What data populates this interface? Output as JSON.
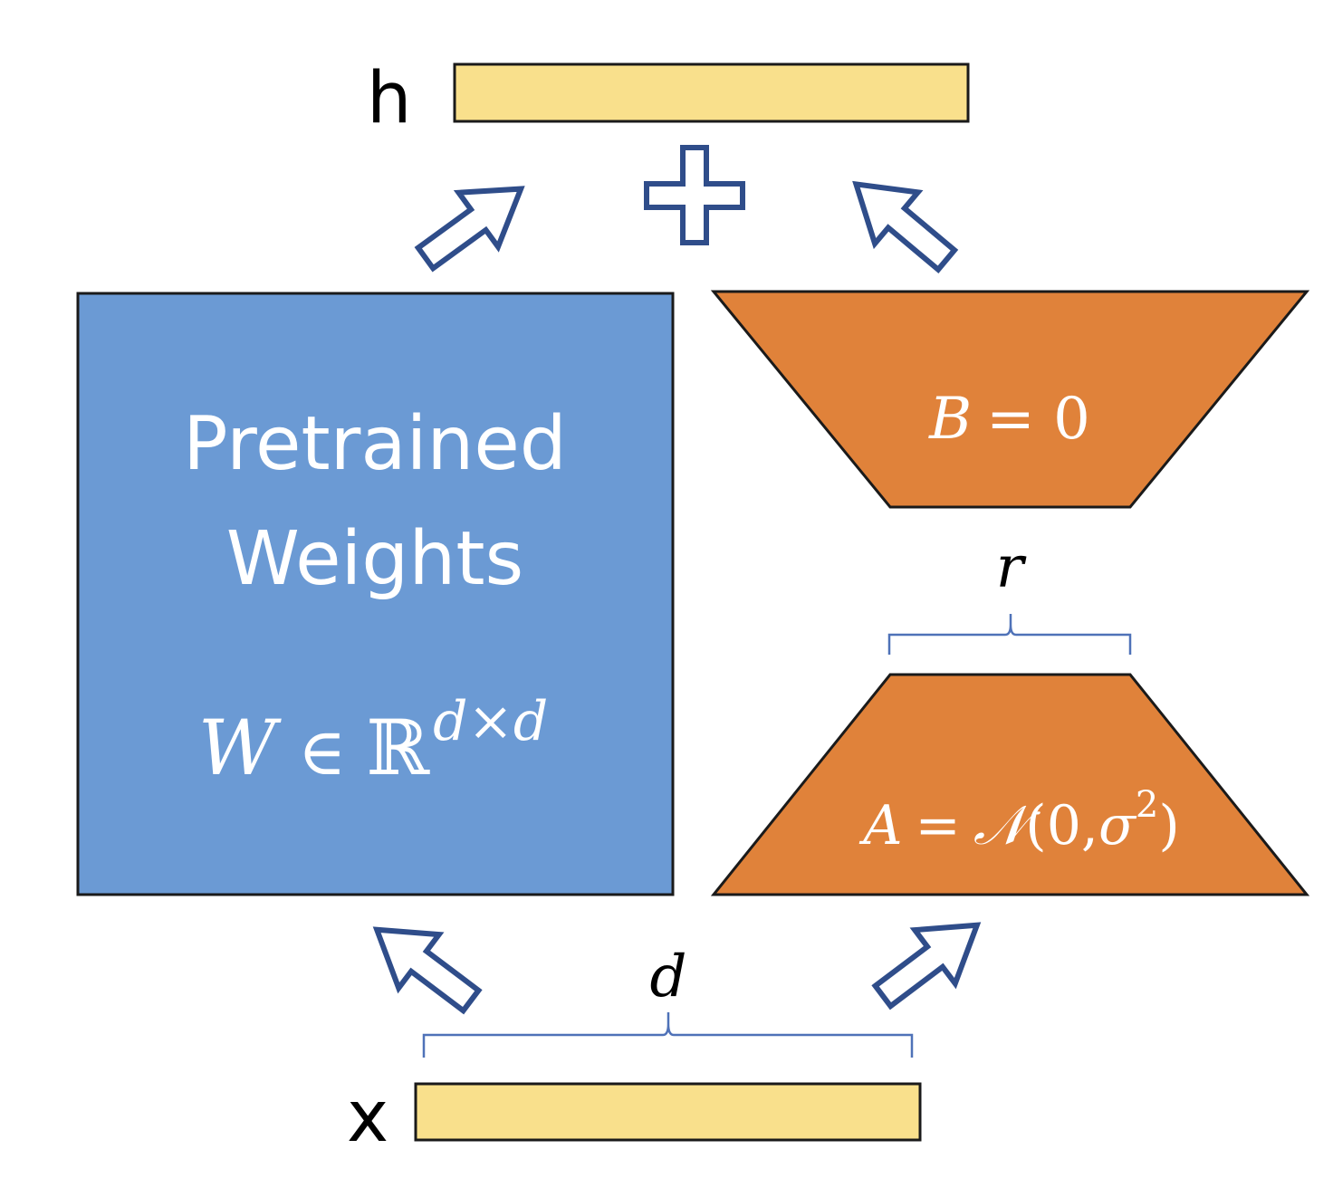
{
  "colors": {
    "vector_fill": "#f9e08c",
    "pretrained_fill": "#6b9ad4",
    "adapter_fill": "#e0823a",
    "arrow_outline": "#2f4d8a",
    "brace_color": "#4f72b8",
    "outline": "#1a1a1a"
  },
  "labels": {
    "h": "h",
    "x": "x",
    "plus": "+",
    "r": "r",
    "d": "d"
  },
  "pretrained": {
    "line1": "Pretrained",
    "line2": "Weights",
    "formula": {
      "W": "W",
      "in": "∈",
      "R": "ℝ",
      "sup": "d×d"
    }
  },
  "matrix_b": {
    "var": "B",
    "rest": "= 0"
  },
  "matrix_a": {
    "var": "A",
    "eq": "=",
    "N": "𝒩",
    "open": "(0,",
    "sigma": "σ",
    "sup": "2",
    "close": ")"
  }
}
